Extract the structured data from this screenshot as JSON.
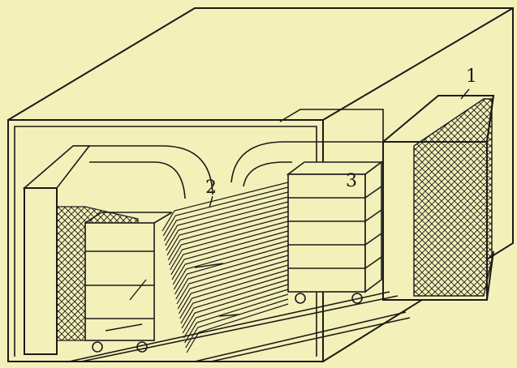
{
  "labels": {
    "heater": "1",
    "plates": "2",
    "cart": "3"
  },
  "colors": {
    "background": "#f4f0b9",
    "ink": "#1a1a1a"
  }
}
